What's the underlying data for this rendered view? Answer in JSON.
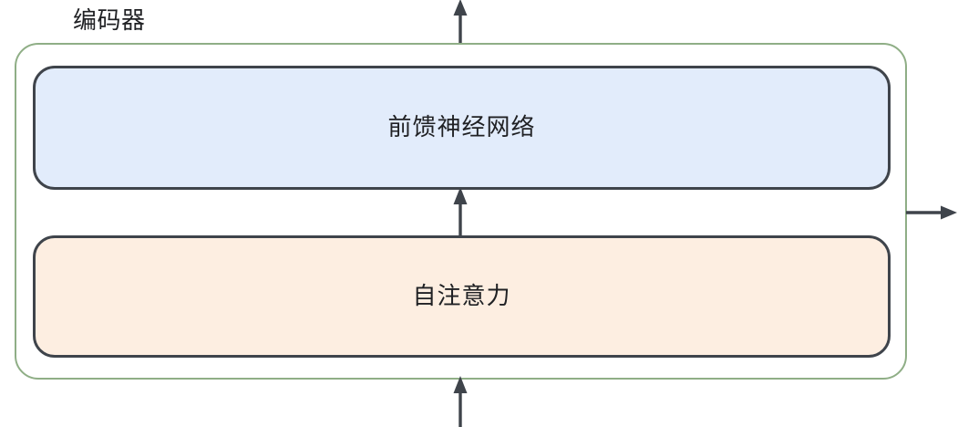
{
  "diagram": {
    "title": "编码器",
    "title_translation_hint": "Encoder",
    "type": "block-diagram",
    "blocks": [
      {
        "id": "feed-forward",
        "label": "前馈神经网络",
        "fill": "#e2ecfb",
        "stroke": "#3f444b"
      },
      {
        "id": "self-attention",
        "label": "自注意力",
        "fill": "#fdeee1",
        "stroke": "#3f444b"
      }
    ],
    "container": {
      "stroke": "#8fae86",
      "fill": "#ffffff"
    },
    "arrows": [
      {
        "id": "input-bottom",
        "direction": "up",
        "label": ""
      },
      {
        "id": "between-blocks",
        "direction": "up",
        "label": ""
      },
      {
        "id": "output-top",
        "direction": "up",
        "label": ""
      },
      {
        "id": "output-right",
        "direction": "right",
        "label": ""
      }
    ],
    "colors": {
      "arrow": "#3f444b",
      "text": "#202124",
      "container_border": "#8fae86",
      "block_border": "#3f444b",
      "feed_forward_fill": "#e2ecfb",
      "self_attention_fill": "#fdeee1",
      "background": "#ffffff"
    }
  }
}
